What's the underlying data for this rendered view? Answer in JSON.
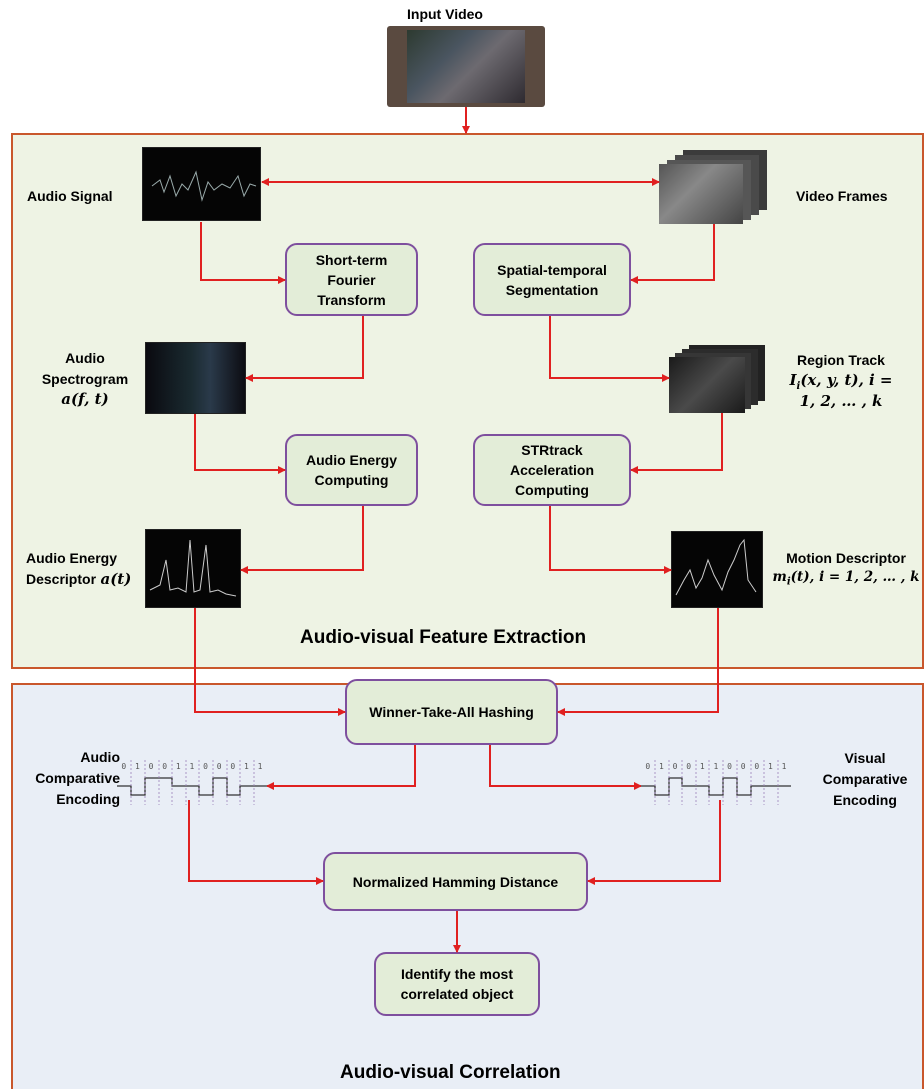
{
  "input_video": {
    "label": "Input Video"
  },
  "feature_extraction": {
    "title": "Audio-visual Feature Extraction",
    "audio_signal": "Audio Signal",
    "video_frames": "Video Frames",
    "stft": "Short-term\nFourier\nTransform",
    "segmentation": "Spatial-temporal\nSegmentation",
    "spectrogram": {
      "label": "Audio\nSpectrogram",
      "math": "a(f, t)"
    },
    "region_track": {
      "label": "Region Track",
      "math_line1": "I",
      "math_line1_sub": "i",
      "math_line1_rest": "(x, y, t), i =",
      "math_line2": "1, 2, … , k"
    },
    "audio_energy": "Audio Energy\nComputing",
    "acceleration": "STRtrack\nAcceleration\nComputing",
    "energy_descriptor": {
      "label_line1": "Audio Energy",
      "label_line2": "Descriptor",
      "math": "a(t)"
    },
    "motion_descriptor": {
      "label": "Motion Descriptor",
      "math_m": "m",
      "math_sub": "i",
      "math_rest": "(t), i = 1, 2, … , k"
    }
  },
  "correlation": {
    "title": "Audio-visual Correlation",
    "wta": "Winner-Take-All Hashing",
    "audio_encoding": "Audio\nComparative\nEncoding",
    "visual_encoding": "Visual\nComparative\nEncoding",
    "hamming": "Normalized Hamming Distance",
    "identify": "Identify the most\ncorrelated object",
    "bits": [
      "0",
      "1",
      "0",
      "0",
      "1",
      "1",
      "0",
      "0",
      "0",
      "1",
      "1"
    ]
  },
  "colors": {
    "arrow": "#e02020",
    "panel_border": "#c9572c",
    "box_border": "#7e4f9e",
    "box_fill": "#e3edd8",
    "top_panel": "#eef3e4",
    "bottom_panel": "#e9eef6"
  }
}
